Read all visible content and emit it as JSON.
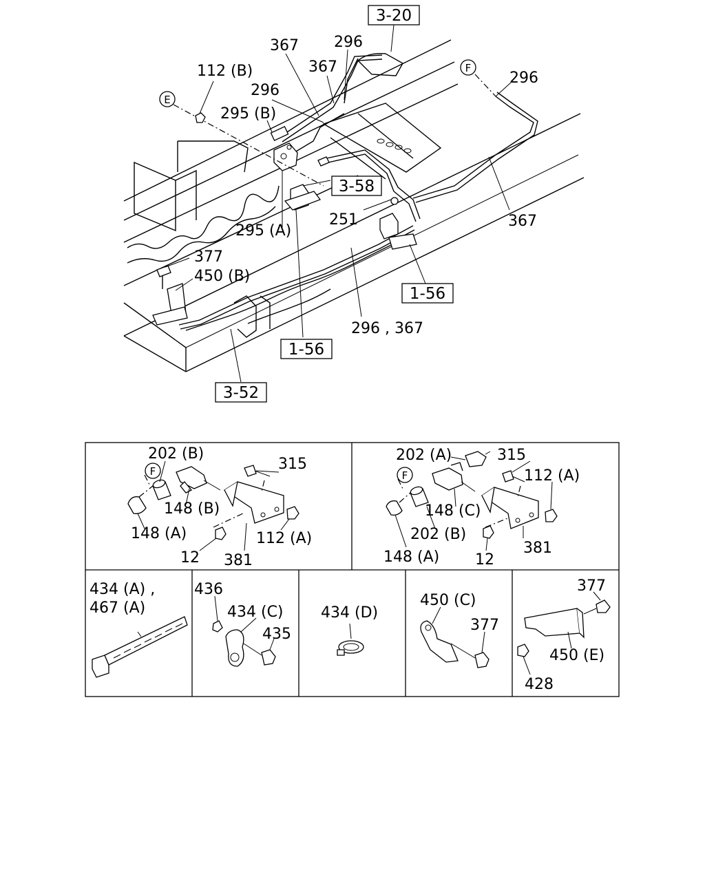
{
  "upper_view": {
    "section_refs": [
      "3-20",
      "3-58",
      "1-56",
      "1-56",
      "3-52"
    ],
    "callouts": [
      "367",
      "296",
      "112 (B)",
      "367",
      "296",
      "295 (B)",
      "296",
      "251",
      "367",
      "295 (A)",
      "377",
      "450 (B)",
      "296 , 367"
    ],
    "pipe_markers": [
      "E",
      "F"
    ]
  },
  "detail_left": {
    "labels": [
      "202 (B)",
      "315",
      "148 (B)",
      "148 (A)",
      "112 (A)",
      "12",
      "381"
    ],
    "marker": "F"
  },
  "detail_right": {
    "labels": [
      "202 (A)",
      "315",
      "112 (A)",
      "148 (C)",
      "202 (B)",
      "148 (A)",
      "12",
      "381"
    ],
    "marker": "F"
  },
  "detail_row": {
    "box1": [
      "434 (A) ,",
      "467 (A)"
    ],
    "box2": [
      "436",
      "434 (C)",
      "435"
    ],
    "box3": [
      "434 (D)"
    ],
    "box4": [
      "450 (C)",
      "377"
    ],
    "box5": [
      "377",
      "450 (E)",
      "428"
    ]
  }
}
